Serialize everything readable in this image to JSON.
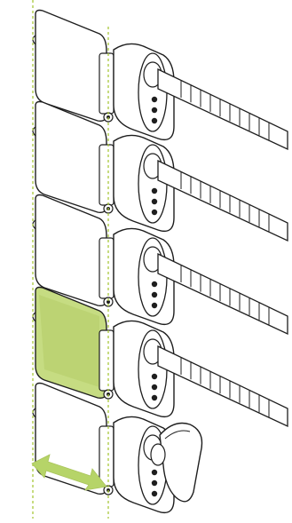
{
  "figure": {
    "subject": "euro-profile-cylinders-with-keys-and-thumbturn",
    "cylinder_count": 5,
    "highlighted_cylinder_index": 3,
    "last_cylinder_has_thumbturn": true,
    "reference_lines": 2,
    "has_adjustment_arrow": true
  },
  "colors": {
    "outline": "#1e1e1e",
    "fill": "#ffffff",
    "highlight": "#c6dc82",
    "highlight_dark": "#a9c45a",
    "guide": "#a9c83c",
    "arrow": "#b6d468"
  }
}
